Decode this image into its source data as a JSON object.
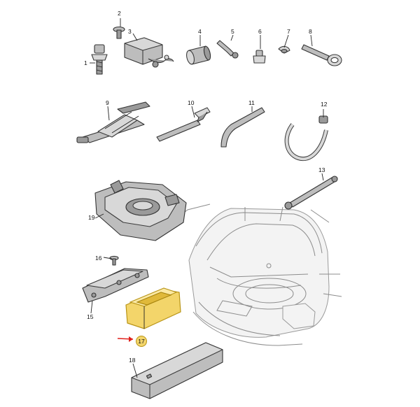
{
  "callouts": {
    "c1": "1",
    "c2": "2",
    "c3": "3",
    "c4": "4",
    "c5": "5",
    "c6": "6",
    "c7": "7",
    "c8": "8",
    "c9": "9",
    "c10": "10",
    "c11": "11",
    "c12": "12",
    "c13": "13",
    "c15": "15",
    "c16": "16",
    "c17": "17",
    "c18": "18",
    "c19": "19"
  },
  "highlight": {
    "part": "17",
    "color": "#f3d56a",
    "arrow_color": "#e0201b"
  }
}
